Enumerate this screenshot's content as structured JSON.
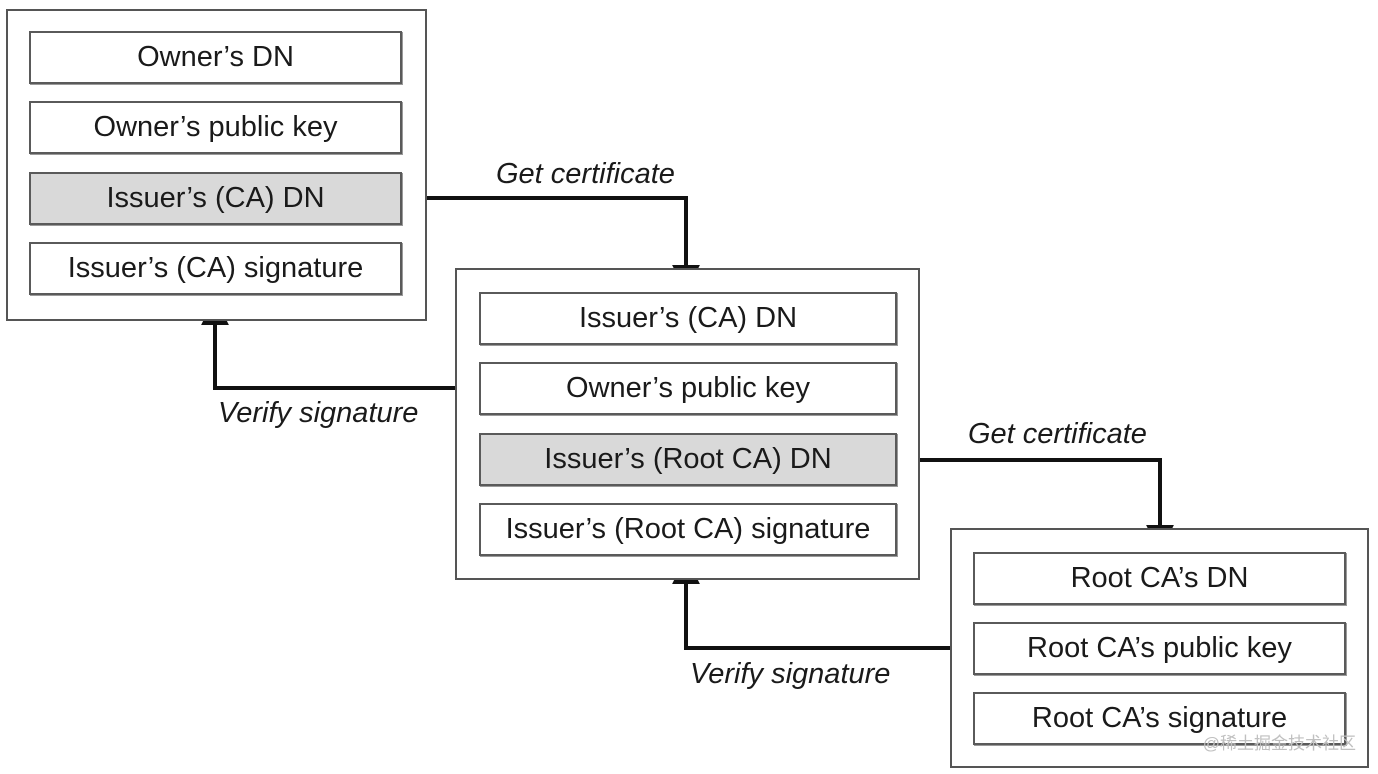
{
  "certificates": [
    {
      "fields": [
        {
          "label": "Owner’s DN",
          "highlighted": false
        },
        {
          "label": "Owner’s public key",
          "highlighted": false
        },
        {
          "label": "Issuer’s (CA) DN",
          "highlighted": true
        },
        {
          "label": "Issuer’s (CA) signature",
          "highlighted": false
        }
      ]
    },
    {
      "fields": [
        {
          "label": "Issuer’s (CA) DN",
          "highlighted": false
        },
        {
          "label": "Owner’s public key",
          "highlighted": false
        },
        {
          "label": "Issuer’s (Root CA) DN",
          "highlighted": true
        },
        {
          "label": "Issuer’s (Root CA) signature",
          "highlighted": false
        }
      ]
    },
    {
      "fields": [
        {
          "label": "Root CA’s DN",
          "highlighted": false
        },
        {
          "label": "Root CA’s public key",
          "highlighted": false
        },
        {
          "label": "Root CA’s signature",
          "highlighted": false
        }
      ]
    }
  ],
  "arrows": {
    "get_certificate_1": "Get certificate",
    "verify_signature_1": "Verify signature",
    "get_certificate_2": "Get certificate",
    "verify_signature_2": "Verify signature"
  },
  "watermark": "@稀土掘金技术社区",
  "colors": {
    "highlight_fill": "#d9d9d9",
    "border": "#555555",
    "arrow": "#111111"
  }
}
